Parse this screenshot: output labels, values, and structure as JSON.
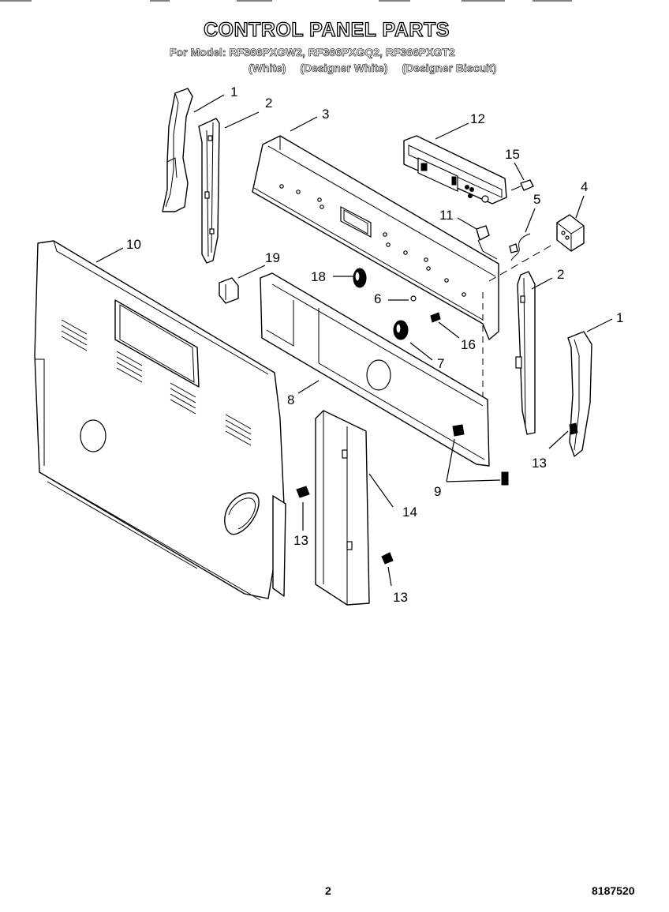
{
  "header": {
    "title": "CONTROL PANEL PARTS",
    "models_line": "For Model: RF366PXGW2, RF366PXGQ2, RF366PXGT2",
    "variants": [
      "(White)",
      "(Designer White)",
      "(Designer Biscuit)"
    ]
  },
  "footer": {
    "page_number": "2",
    "document_number": "8187520"
  },
  "callouts": {
    "c1a": "1",
    "c2a": "2",
    "c3": "3",
    "c12": "12",
    "c15": "15",
    "c4": "4",
    "c5": "5",
    "c11": "11",
    "c10": "10",
    "c19": "19",
    "c18": "18",
    "c2b": "2",
    "c1b": "1",
    "c6": "6",
    "c16": "16",
    "c7": "7",
    "c8": "8",
    "c9": "9",
    "c13a": "13",
    "c13b": "13",
    "c13c": "13",
    "c14": "14"
  }
}
